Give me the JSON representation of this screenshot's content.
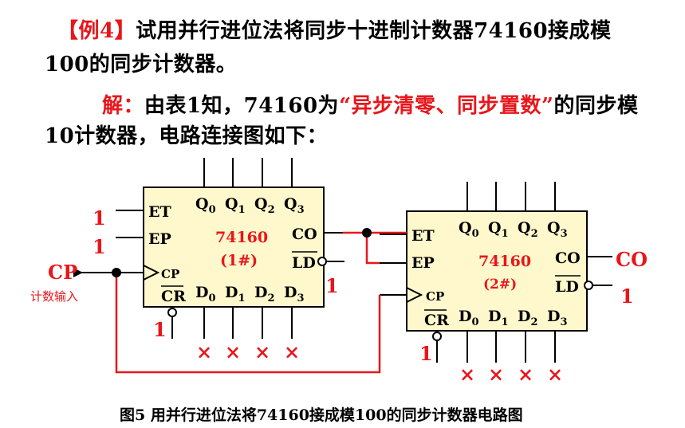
{
  "text": {
    "ex_open": "【例4】",
    "ex_body": "试用并行进位法将同步十进制计数器74160接成模",
    "ex_body2": "100的同步计数器。",
    "sol_label": "解：",
    "sol_body_a": "由表1知，74160为",
    "sol_quote": "“异步清零、同步置数”",
    "sol_body_b": "的同步模",
    "sol_body2": "10计数器，电路连接图如下：",
    "caption": "图5   用并行进位法将74160接成模100的同步计数器电路图"
  },
  "chips": [
    {
      "name": "74160",
      "id": "(1#)",
      "q": [
        "Q",
        "Q",
        "Q",
        "Q"
      ],
      "q_sub": [
        "0",
        "1",
        "2",
        "3"
      ],
      "d": [
        "D",
        "D",
        "D",
        "D"
      ],
      "d_sub": [
        "0",
        "1",
        "2",
        "3"
      ],
      "et": "ET",
      "ep": "EP",
      "cp": "CP",
      "cr": "CR",
      "co": "CO",
      "ld": "LD"
    },
    {
      "name": "74160",
      "id": "(2#)",
      "q": [
        "Q",
        "Q",
        "Q",
        "Q"
      ],
      "q_sub": [
        "0",
        "1",
        "2",
        "3"
      ],
      "d": [
        "D",
        "D",
        "D",
        "D"
      ],
      "d_sub": [
        "0",
        "1",
        "2",
        "3"
      ],
      "et": "ET",
      "ep": "EP",
      "cp": "CP",
      "cr": "CR",
      "co": "CO",
      "ld": "LD"
    }
  ],
  "external": {
    "et1_value": "1",
    "ep1_value": "1",
    "cp_label": "CP",
    "cp_note": "计数输入",
    "cr1_value": "1",
    "ld1_value": "1",
    "cr2_value": "1",
    "ld2_value": "1",
    "co_out": "CO",
    "d_mark": "×"
  },
  "colors": {
    "accent": "#e8161b",
    "line": "#000000"
  }
}
